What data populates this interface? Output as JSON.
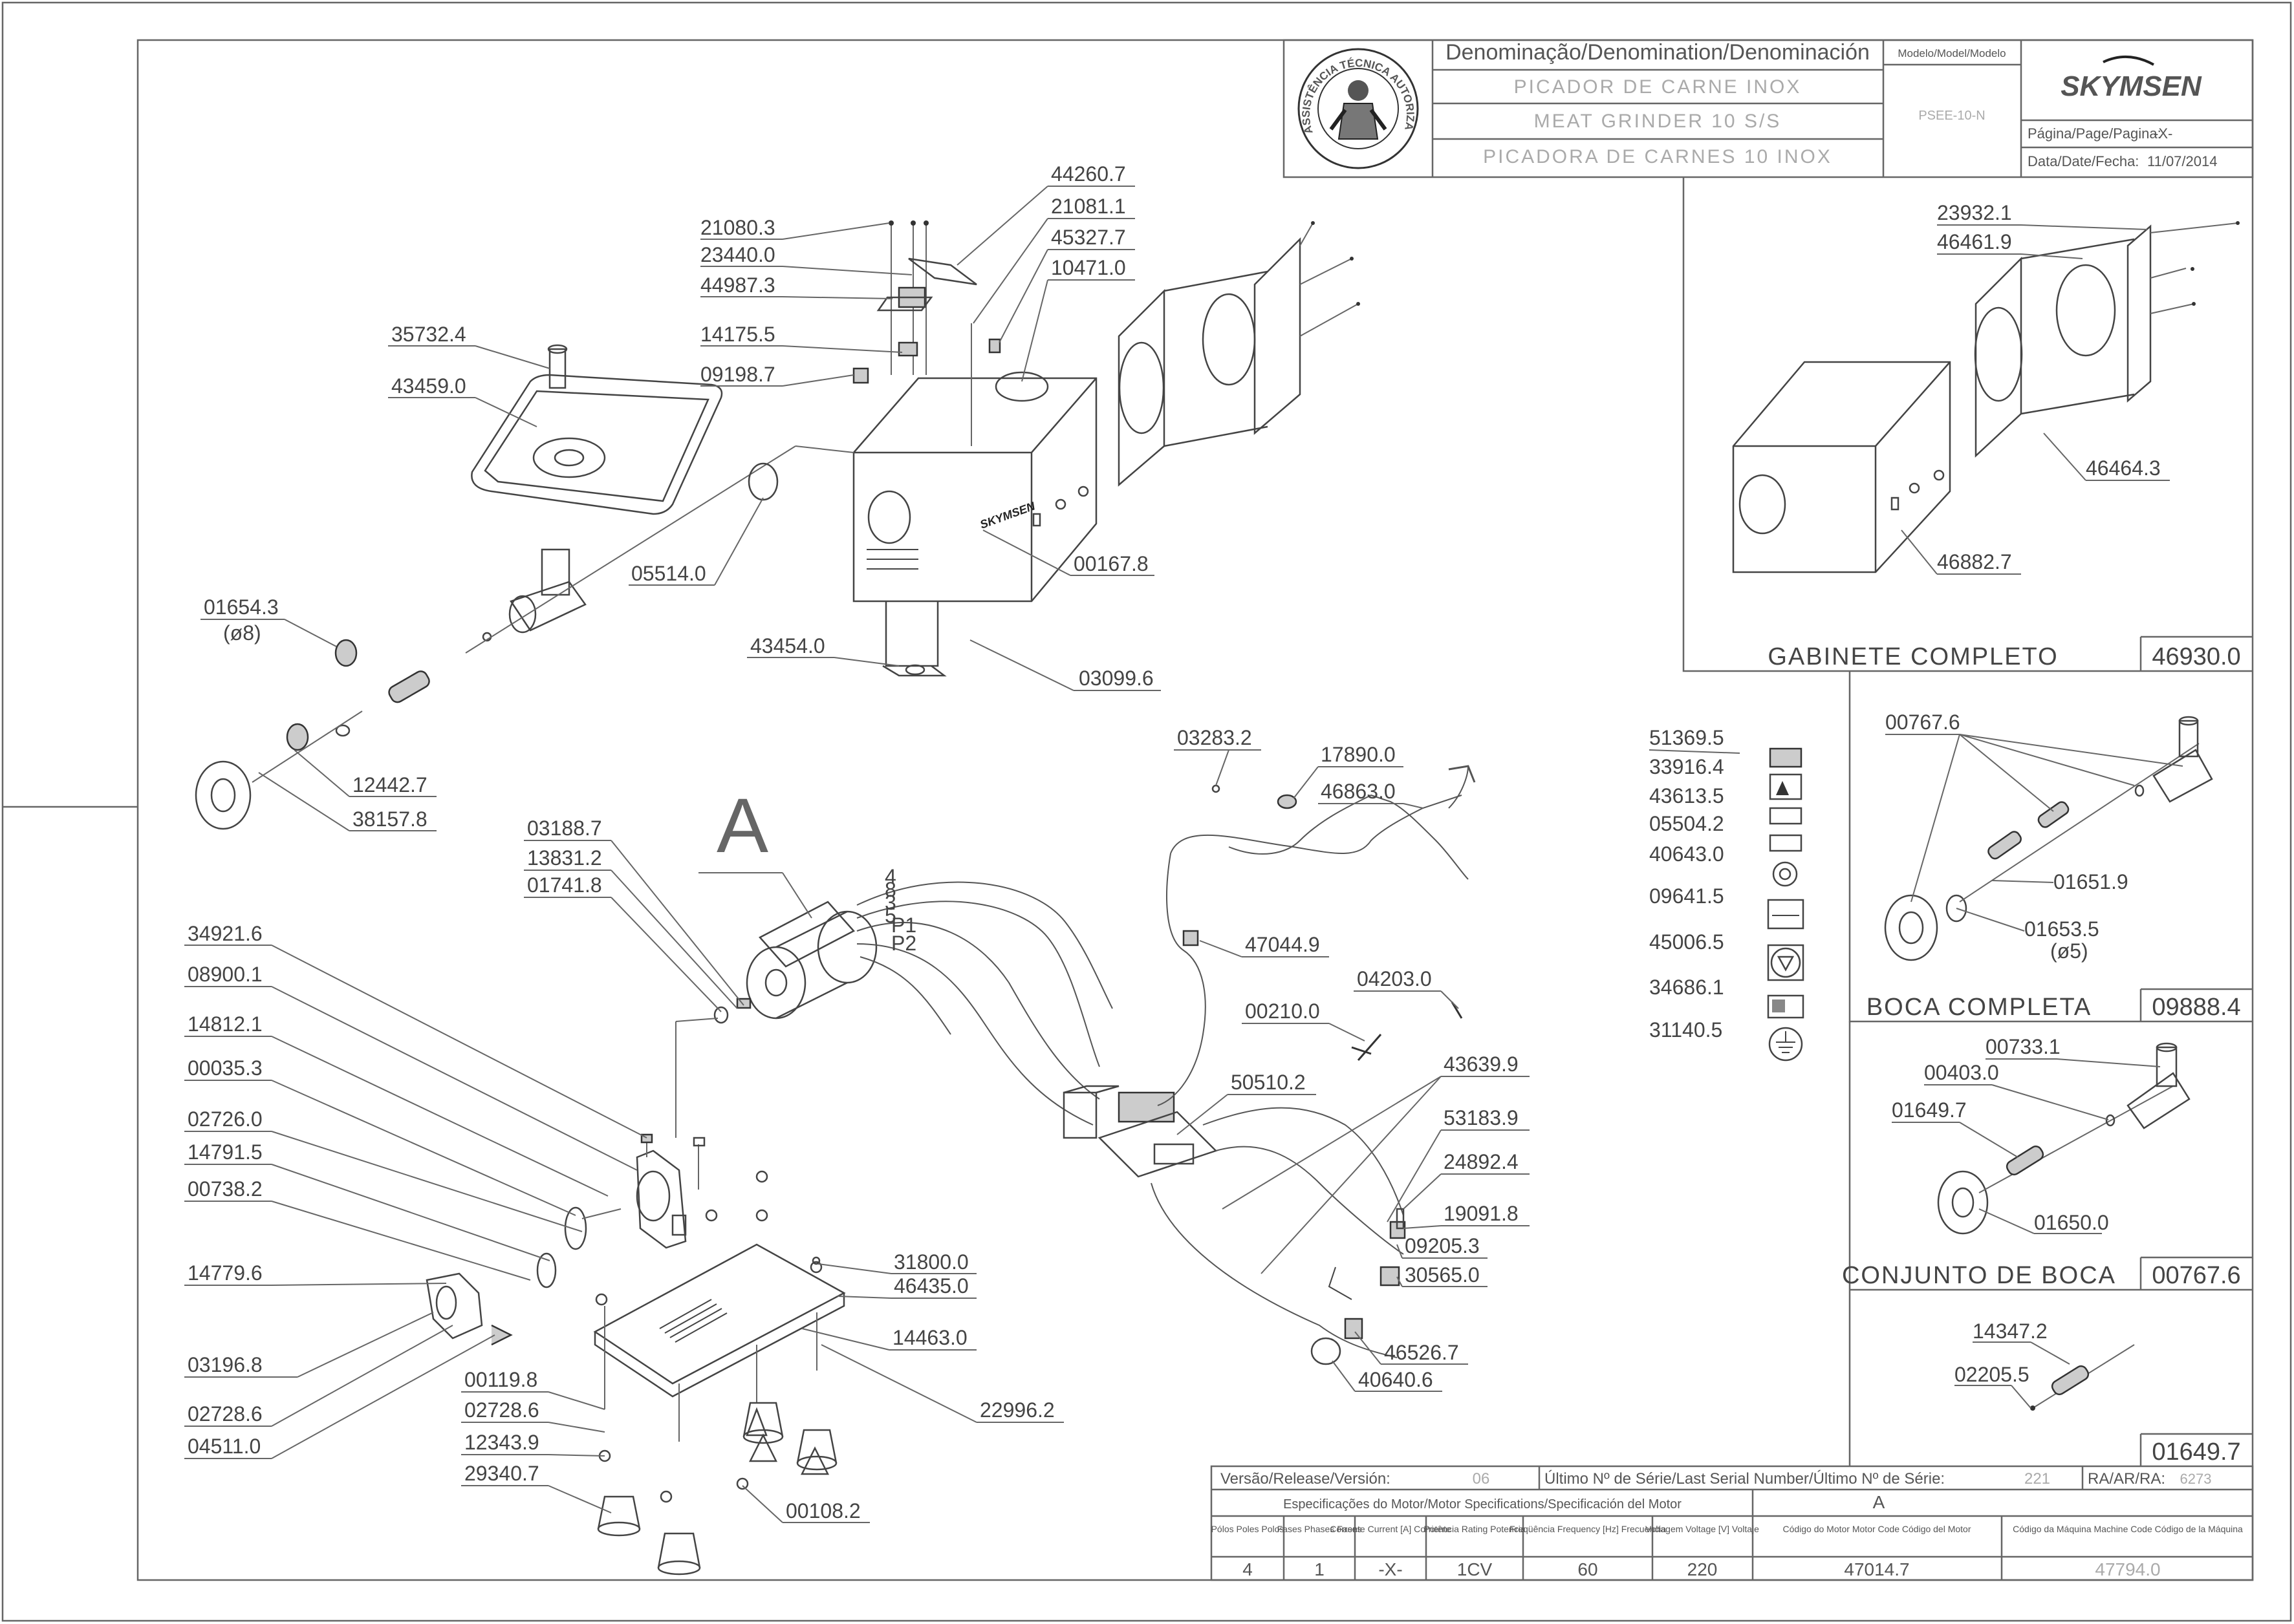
{
  "title_block": {
    "denomination_header": "Denominação/Denomination/Denominación",
    "name_pt": "PICADOR DE CARNE INOX",
    "name_en": "MEAT GRINDER 10 S/S",
    "name_es": "PICADORA DE CARNES 10 INOX",
    "model_header": "Modelo/Model/Modelo",
    "model_value": "PSEE-10-N",
    "brand": "SKYMSEN",
    "page_label": "Página/Page/Pagina:",
    "page_value": "-X-",
    "date_label": "Data/Date/Fecha:",
    "date_value": "11/07/2014",
    "seal_text": "ASSISTÊNCIA TÉCNICA AUTORIZADA"
  },
  "main_labels": {
    "section_a": "A",
    "p_21080_3": "21080.3",
    "p_23440_0": "23440.0",
    "p_44987_3": "44987.3",
    "p_14175_5": "14175.5",
    "p_09198_7": "09198.7",
    "p_44260_7": "44260.7",
    "p_21081_1": "21081.1",
    "p_45327_7": "45327.7",
    "p_10471_0": "10471.0",
    "p_35732_4": "35732.4",
    "p_43459_0": "43459.0",
    "p_05514_0": "05514.0",
    "p_00167_8": "00167.8",
    "p_43454_0": "43454.0",
    "p_03099_6": "03099.6",
    "p_01654_3": "01654.3",
    "p_01654_3_note": "(ø8)",
    "p_12442_7": "12442.7",
    "p_38157_8": "38157.8",
    "p_03283_2": "03283.2",
    "p_17890_0": "17890.0",
    "p_46863_0": "46863.0",
    "p_03188_7": "03188.7",
    "p_13831_2": "13831.2",
    "p_01741_8": "01741.8",
    "p_34921_6": "34921.6",
    "p_08900_1": "08900.1",
    "p_14812_1": "14812.1",
    "p_00035_3": "00035.3",
    "p_02726_0": "02726.0",
    "p_14791_5": "14791.5",
    "p_00738_2": "00738.2",
    "p_14779_6": "14779.6",
    "p_03196_8": "03196.8",
    "p_02728_6a": "02728.6",
    "p_04511_0": "04511.0",
    "p_00119_8": "00119.8",
    "p_02728_6b": "02728.6",
    "p_12343_9": "12343.9",
    "p_29340_7": "29340.7",
    "p_00108_2": "00108.2",
    "p_31800_0": "31800.0",
    "p_46435_0": "46435.0",
    "p_14463_0": "14463.0",
    "p_22996_2": "22996.2",
    "p_47044_9": "47044.9",
    "p_04203_0": "04203.0",
    "p_00210_0": "00210.0",
    "p_50510_2": "50510.2",
    "p_43639_9": "43639.9",
    "p_53183_9": "53183.9",
    "p_24892_4": "24892.4",
    "p_19091_8": "19091.8",
    "p_09205_3": "09205.3",
    "p_30565_0": "30565.0",
    "p_46526_7": "46526.7",
    "p_40640_6": "40640.6",
    "wire_4": "4",
    "wire_8": "8",
    "wire_3": "3",
    "wire_5": "5",
    "wire_p1": "P1",
    "wire_p2": "P2"
  },
  "labels_column": [
    "51369.5",
    "33916.4",
    "43613.5",
    "05504.2",
    "40643.0",
    "09641.5",
    "45006.5",
    "34686.1",
    "31140.5"
  ],
  "gabinete": {
    "p_23932_1": "23932.1",
    "p_46461_9": "46461.9",
    "p_46464_3": "46464.3",
    "p_46882_7": "46882.7",
    "title": "GABINETE COMPLETO",
    "code": "46930.0"
  },
  "boca_completa": {
    "p_00767_6": "00767.6",
    "p_01651_9": "01651.9",
    "p_01653_5": "01653.5",
    "p_01653_5_note": "(ø5)",
    "title": "BOCA COMPLETA",
    "code": "09888.4"
  },
  "conjunto_boca": {
    "p_00733_1": "00733.1",
    "p_00403_0": "00403.0",
    "p_01649_7": "01649.7",
    "p_01650_0": "01650.0",
    "title": "CONJUNTO DE BOCA",
    "code": "00767.6"
  },
  "worm": {
    "p_14347_2": "14347.2",
    "p_02205_5": "02205.5",
    "code": "01649.7"
  },
  "bottom_table": {
    "version_label": "Versão/Release/Versión:",
    "version_value": "06",
    "serial_label": "Último Nº de Série/Last Serial Number/Último Nº de Série:",
    "serial_value": "221",
    "ra_label": "RA/AR/RA:",
    "ra_value": "6273",
    "motor_specs_label": "Especificações do Motor/Motor Specifications/Specificación del Motor",
    "motor_letter": "A",
    "col_polos": "Pólos Poles Polos",
    "col_fases": "Fases Phases Fases",
    "col_corrente": "Corrente Current [A] Corriente",
    "col_potencia": "Potência Rating Potencia",
    "col_freq": "Freqüência Frequency [Hz] Frecuencia",
    "col_volt": "Voltagem Voltage [V] Voltaje",
    "col_motor_code": "Código do Motor Motor Code Código del Motor",
    "col_machine_code": "Código da Máquina Machine Code Código de la Máquina",
    "polos": "4",
    "fases": "1",
    "corrente": "-X-",
    "potencia": "1CV",
    "freq": "60",
    "volt": "220",
    "motor_code": "47014.7",
    "machine_code": "47794.0"
  }
}
